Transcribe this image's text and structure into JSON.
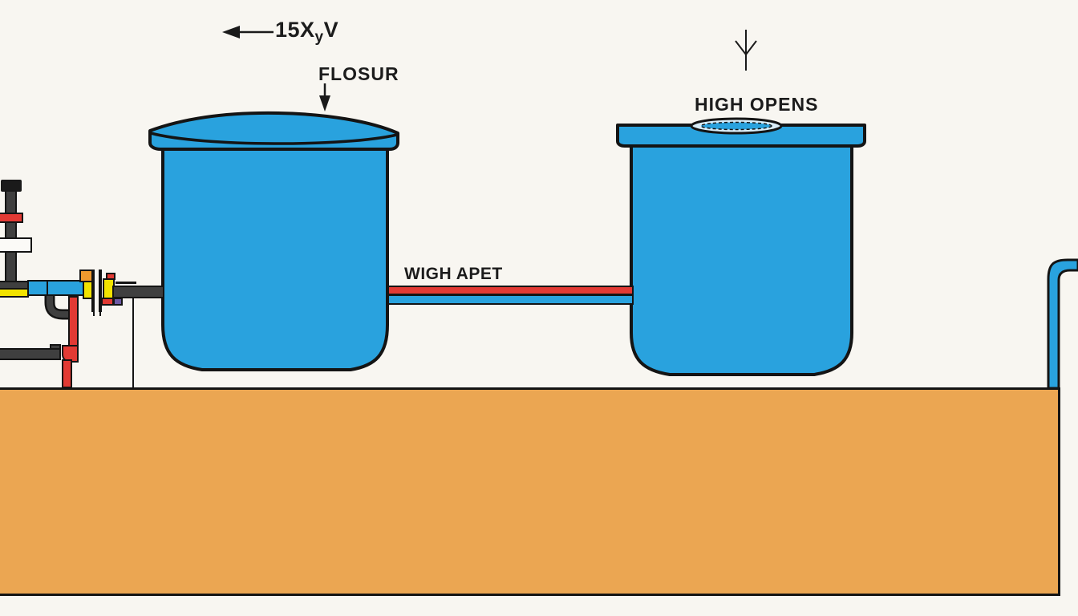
{
  "title": "two-tank piping diagram",
  "labels": {
    "flow": {
      "prefix": "15X",
      "sub": "y",
      "suffix": "V"
    },
    "tank1_pointer": "FLOSUR",
    "tank2_top": "HIGH OPENS",
    "pipe": "WIGH APET"
  },
  "icons": {
    "flow_direction": "arrow-left-icon",
    "tank1_pointer": "arrow-down-icon",
    "tank2_inlet": "arrow-feather-down-icon"
  },
  "colors": {
    "tank_blue": "#29a2de",
    "ground_orange": "#eba652",
    "pipe_red": "#e23a34",
    "pipe_dark": "#3f3f3f",
    "accent_yellow": "#f2e300",
    "accent_orange": "#f0992e",
    "accent_purple": "#6d59a5",
    "outline": "#141414",
    "background": "#f8f6f1"
  }
}
